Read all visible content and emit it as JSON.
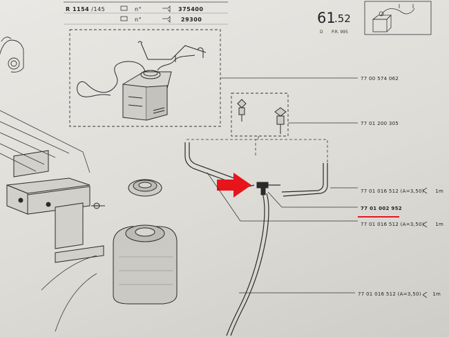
{
  "header": {
    "ref": "R 1154",
    "ref_sub": "/145",
    "serial_label_1": "n°",
    "serial_label_2": "n°",
    "serial_1": "375400",
    "serial_2": "29300",
    "page_number_main": "61",
    "page_number_sub": ".52",
    "page_prefix": "D",
    "page_code": "P.R. 995"
  },
  "parts": [
    {
      "number": "77 00 574 062"
    },
    {
      "number": "77 01 200 305"
    },
    {
      "number": "77 01 016 512 (A=3,50)",
      "qty": "1m"
    },
    {
      "number": "77 01 002 952"
    },
    {
      "number": "77 01 016 512 (A=3,50)",
      "qty": "1m"
    },
    {
      "number": "77 01 016 512 (A=3,50)",
      "qty": "1m"
    }
  ],
  "colors": {
    "highlight_arrow": "#e8141c",
    "underline": "#e8141c",
    "ink": "#2a2a2a",
    "paper": "#e6e4df"
  },
  "icons": {
    "arrow": "arrow-right-icon",
    "scissors": "scissors-icon"
  }
}
